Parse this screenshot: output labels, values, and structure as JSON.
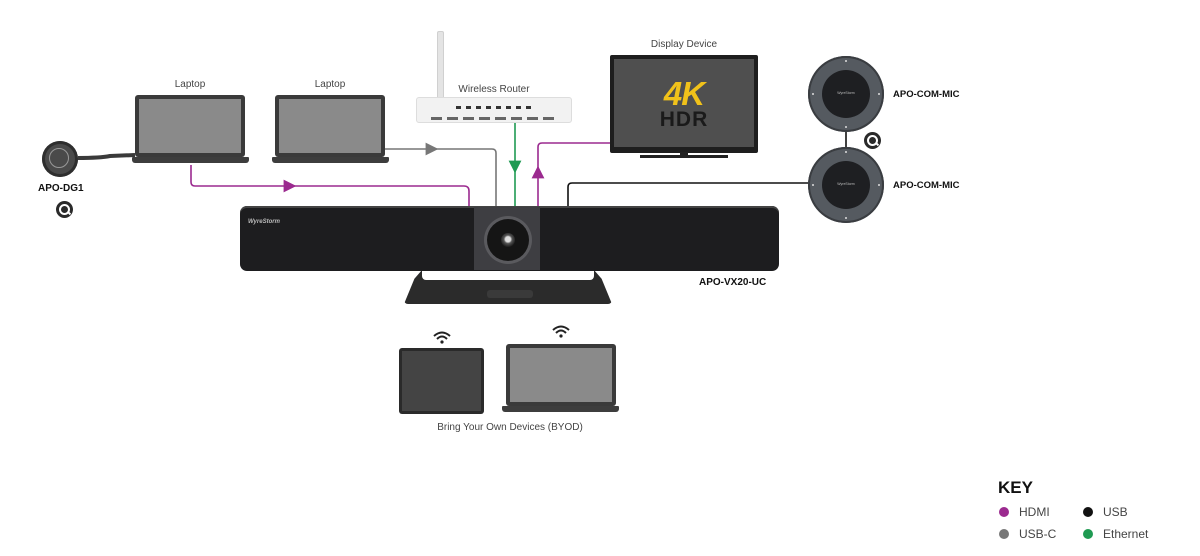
{
  "diagram": {
    "devices": {
      "laptop_1": {
        "label": "Laptop"
      },
      "laptop_2": {
        "label": "Laptop"
      },
      "router": {
        "label": "Wireless Router"
      },
      "display": {
        "label": "Display Device",
        "screen_text_top": "4K",
        "screen_text_bottom": "HDR"
      },
      "dongle": {
        "label": "APO-DG1"
      },
      "mic_1": {
        "label": "APO-COM-MIC",
        "brand": "WyreStorm"
      },
      "mic_2": {
        "label": "APO-COM-MIC",
        "brand": "WyreStorm"
      },
      "soundbar": {
        "label": "APO-VX20-UC",
        "brand": "WyreStorm"
      },
      "byod": {
        "label": "Bring Your Own Devices (BYOD)"
      }
    },
    "connections": [
      {
        "from": "Laptop",
        "to": "APO-VX20-UC",
        "type": "HDMI"
      },
      {
        "from": "Laptop",
        "to": "APO-VX20-UC",
        "type": "USB-C"
      },
      {
        "from": "Wireless Router",
        "to": "APO-VX20-UC",
        "type": "Ethernet"
      },
      {
        "from": "APO-VX20-UC",
        "to": "Display Device",
        "type": "HDMI"
      },
      {
        "from": "APO-COM-MIC",
        "to": "APO-VX20-UC",
        "type": "USB"
      },
      {
        "from": "APO-COM-MIC",
        "to": "APO-COM-MIC",
        "type": "USB"
      }
    ]
  },
  "key": {
    "title": "KEY",
    "items": [
      {
        "label": "HDMI",
        "color": "#9b2a8f"
      },
      {
        "label": "USB",
        "color": "#111111"
      },
      {
        "label": "USB-C",
        "color": "#777777"
      },
      {
        "label": "Ethernet",
        "color": "#1f9a52"
      }
    ]
  }
}
